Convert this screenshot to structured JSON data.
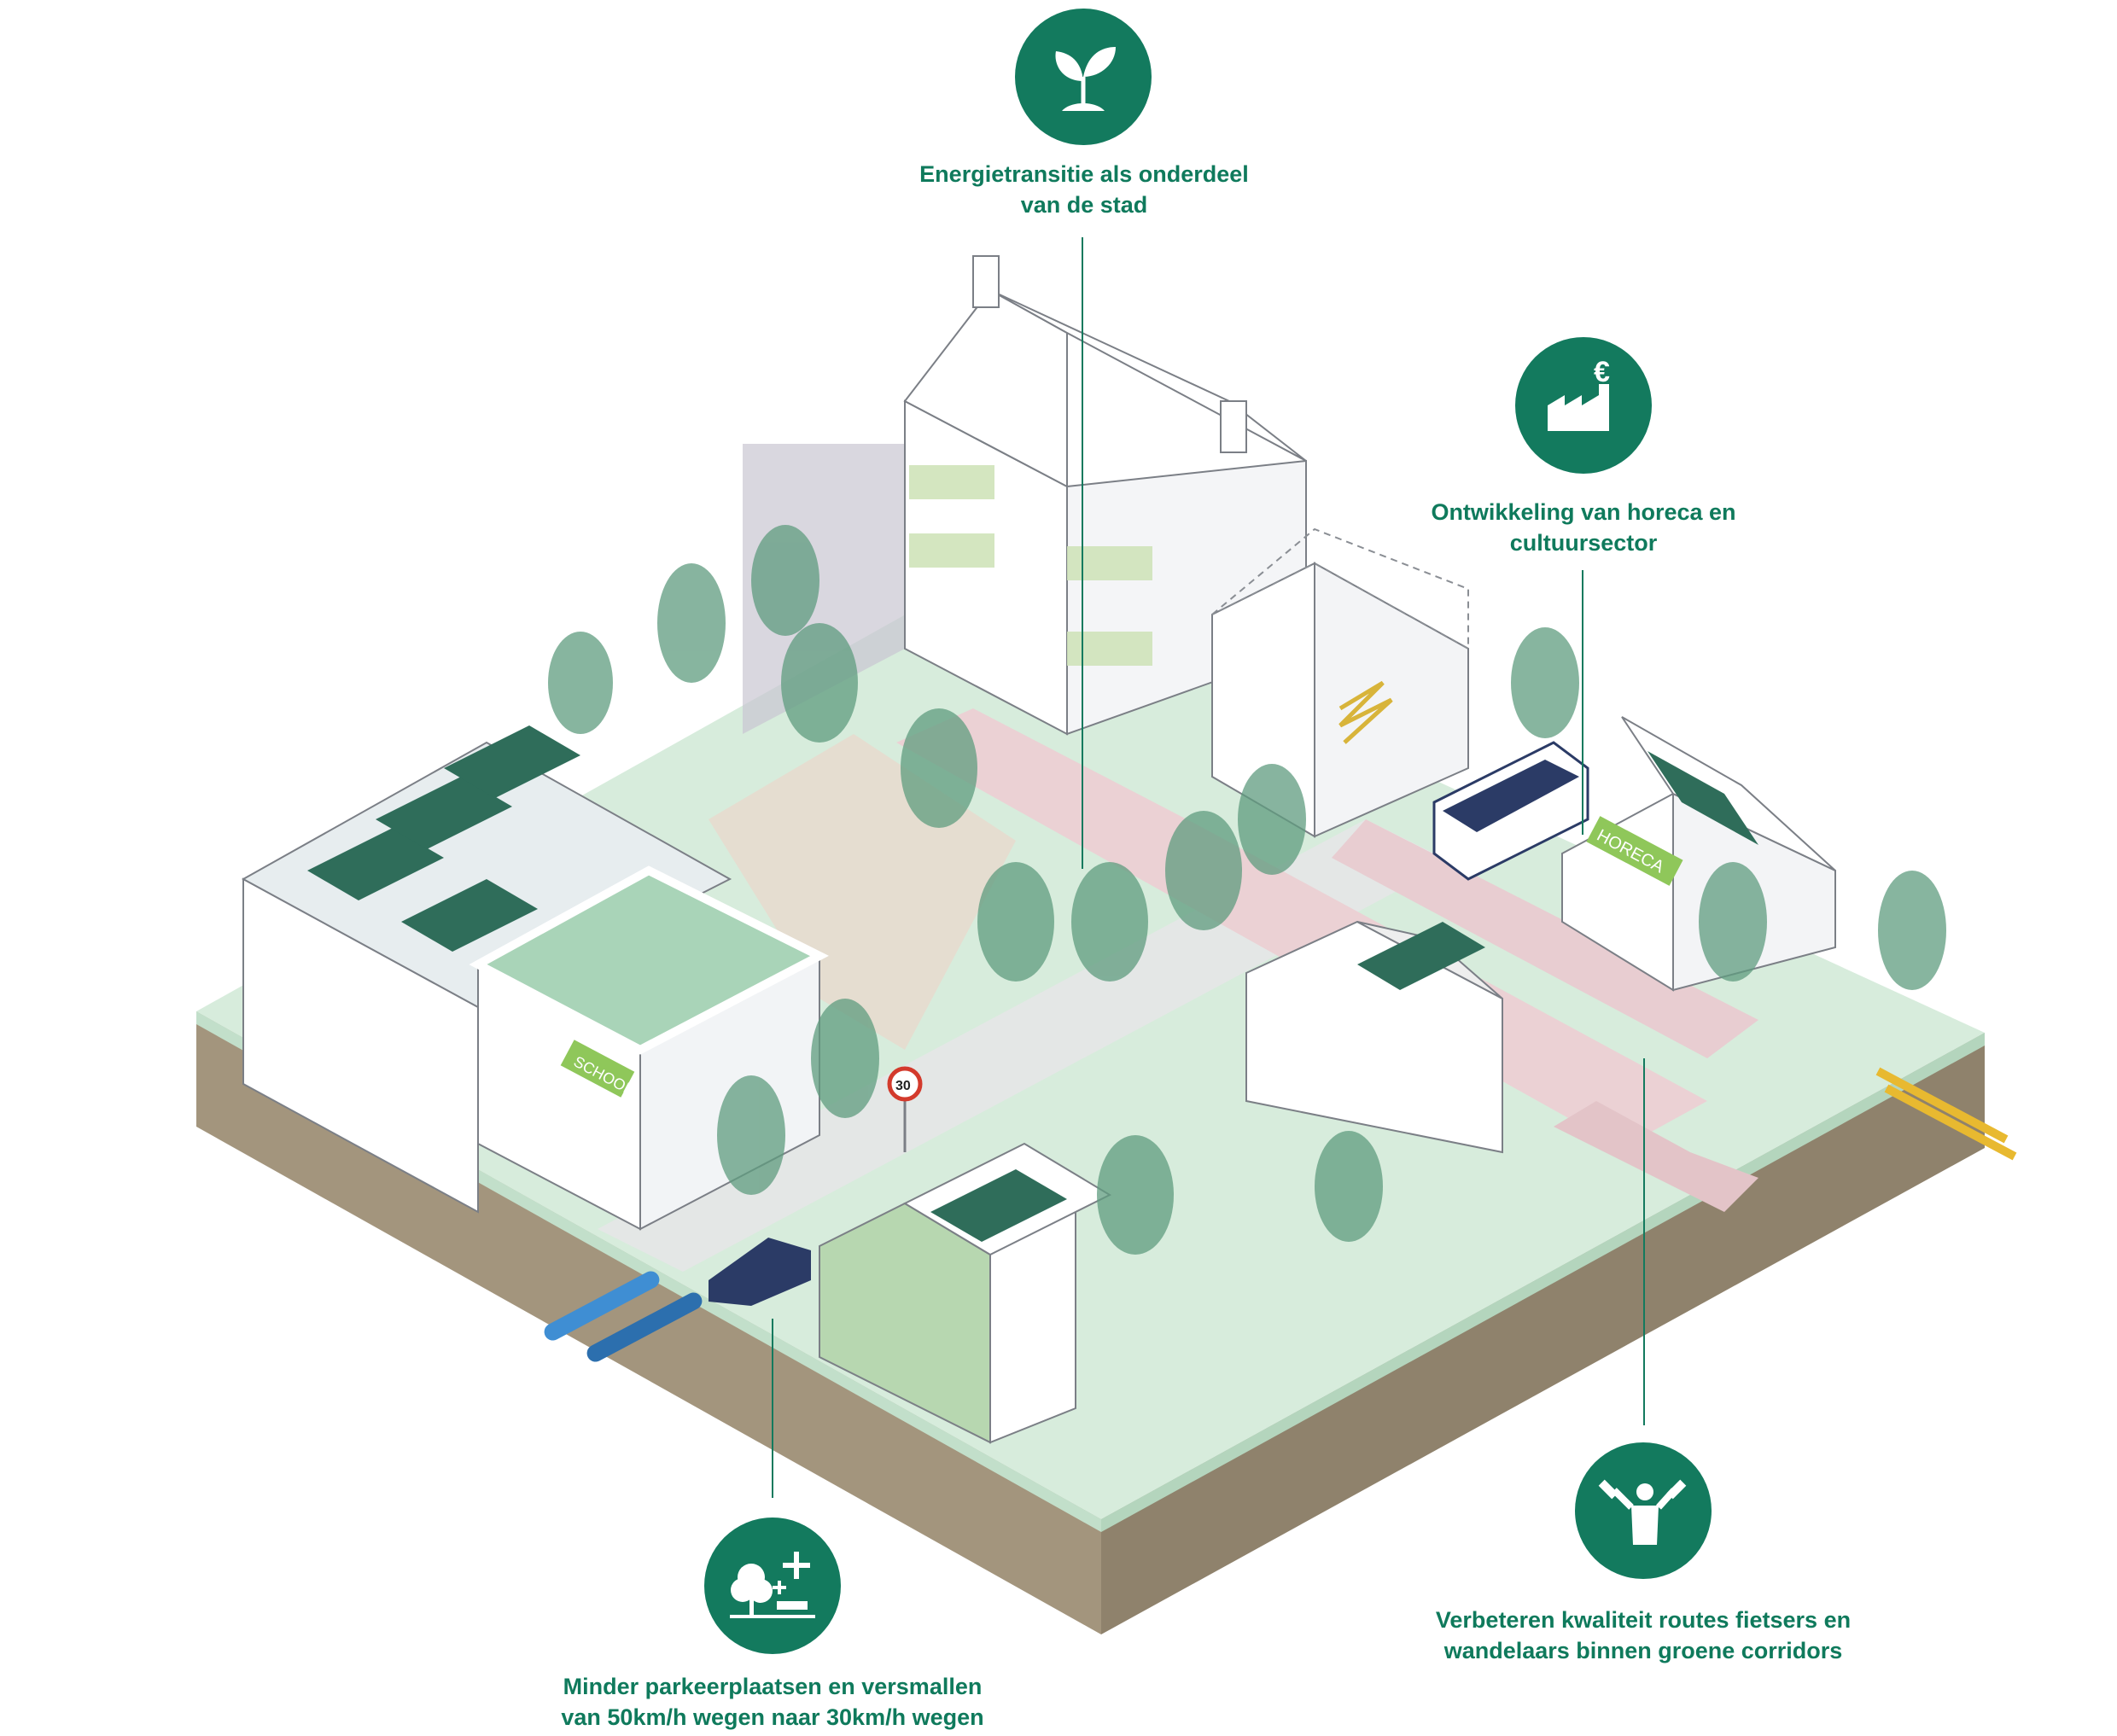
{
  "colors": {
    "accent": "#137a5e",
    "label_text": "#0f7a5c",
    "grass": "#cde8d3",
    "soil": "#a89a82",
    "road": "#e8cccf"
  },
  "callouts": {
    "energy": {
      "icon": "sprout-icon",
      "line1": "Energietransitie als onderdeel",
      "line2": "van de stad"
    },
    "horeca": {
      "icon": "factory-euro-icon",
      "line1": "Ontwikkeling van horeca en",
      "line2": "cultuursector"
    },
    "parking": {
      "icon": "tree-bench-plus-icon",
      "line1": "Minder parkeerplaatsen en versmallen",
      "line2": "van 50km/h wegen naar 30km/h wegen"
    },
    "routes": {
      "icon": "person-dumbbell-icon",
      "line1": "Verbeteren kwaliteit routes fietsers en",
      "line2": "wandelaars binnen groene corridors"
    }
  },
  "scene_labels": {
    "school": "SCHOOL",
    "horeca": "HORECA",
    "speed_sign": "30"
  }
}
